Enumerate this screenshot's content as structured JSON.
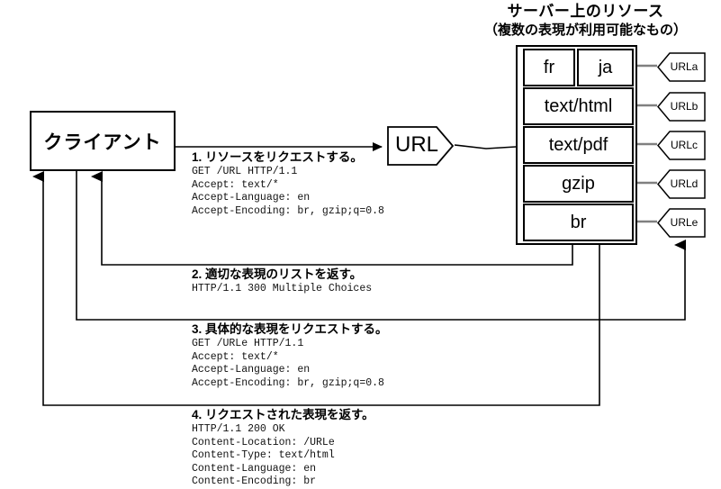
{
  "diagram": {
    "title": "サーバー上のリソース",
    "subtitle": "（複数の表現が利用可能なもの）"
  },
  "client": {
    "label": "クライアント"
  },
  "url_node": {
    "label": "URL"
  },
  "server": {
    "resources": [
      {
        "id": "res-fr",
        "label": "fr"
      },
      {
        "id": "res-ja",
        "label": "ja"
      },
      {
        "id": "res-text-html",
        "label": "text/html"
      },
      {
        "id": "res-text-pdf",
        "label": "text/pdf"
      },
      {
        "id": "res-gzip",
        "label": "gzip"
      },
      {
        "id": "res-br",
        "label": "br"
      }
    ],
    "url_variants": [
      {
        "id": "urla",
        "label": "URLa"
      },
      {
        "id": "urlb",
        "label": "URLb"
      },
      {
        "id": "urlc",
        "label": "URLc"
      },
      {
        "id": "urld",
        "label": "URLd"
      },
      {
        "id": "urle",
        "label": "URLe"
      }
    ]
  },
  "steps": [
    {
      "id": "step-1",
      "title": "1. リソースをリクエストする。",
      "body": "GET /URL HTTP/1.1\nAccept: text/*\nAccept-Language: en\nAccept-Encoding: br, gzip;q=0.8"
    },
    {
      "id": "step-2",
      "title": "2. 適切な表現のリストを返す。",
      "body": "HTTP/1.1 300 Multiple Choices"
    },
    {
      "id": "step-3",
      "title": "3. 具体的な表現をリクエストする。",
      "body": "GET /URLe HTTP/1.1\nAccept: text/*\nAccept-Language: en\nAccept-Encoding: br, gzip;q=0.8"
    },
    {
      "id": "step-4",
      "title": "4. リクエストされた表現を返す。",
      "body": "HTTP/1.1 200 OK\nContent-Location: /URLe\nContent-Type: text/html\nContent-Language: en\nContent-Encoding: br"
    }
  ],
  "colors": {
    "stroke": "#000000",
    "connector": "#808080",
    "background": "#ffffff"
  }
}
